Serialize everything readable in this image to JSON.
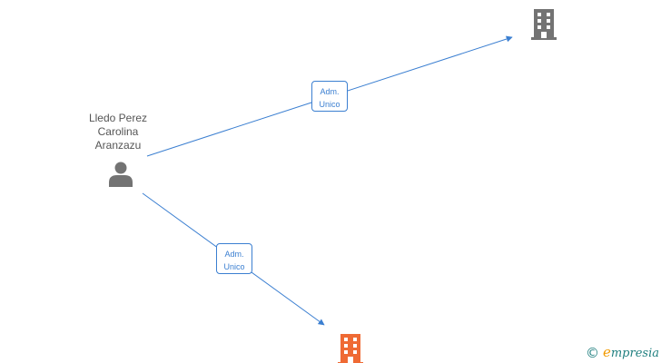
{
  "colors": {
    "edge": "#3b7fd1",
    "person_icon": "#737373",
    "company_icon_gray": "#737373",
    "company_icon_highlight": "#ef6a34",
    "label_text": "#555555",
    "watermark": "#1f7f7f",
    "watermark_accent": "#f29a00"
  },
  "person": {
    "name_lines": [
      "Lledo Perez",
      "Carolina",
      "Aranzazu"
    ],
    "icon": "person-icon"
  },
  "companies": [
    {
      "icon": "building-icon",
      "color": "gray"
    },
    {
      "icon": "building-icon",
      "color": "orange"
    }
  ],
  "relations": [
    {
      "label_lines": [
        "Adm.",
        "Unico"
      ],
      "to": 0
    },
    {
      "label_lines": [
        "Adm.",
        "Unico"
      ],
      "to": 1
    }
  ],
  "watermark": {
    "symbol": "©",
    "brand_initial": "e",
    "brand_rest": "mpresia"
  }
}
